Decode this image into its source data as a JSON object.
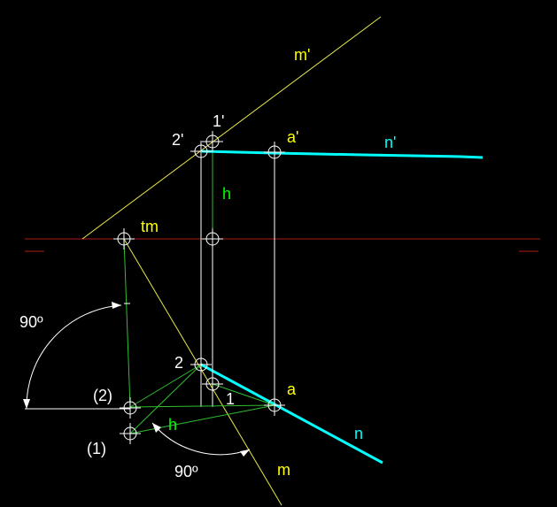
{
  "diagram": {
    "labels": {
      "m_prime": "m'",
      "one_prime": "1'",
      "two_prime": "2'",
      "a_prime": "a'",
      "n_prime": "n'",
      "h_upper": "h",
      "tm": "tm",
      "angle_left": "90º",
      "two": "2",
      "two_paren": "(2)",
      "one": "1",
      "a": "a",
      "h_lower": "h",
      "n": "n",
      "one_paren": "(1)",
      "angle_bottom": "90º",
      "m": "m"
    },
    "colors": {
      "background": "#000000",
      "white": "#ffffff",
      "yellow": "#ffff00",
      "cyan": "#00ffff",
      "green": "#00ff00",
      "red": "#ff0000",
      "construction_yellow": "#e8e84a",
      "construction_green": "#2fbf2f",
      "ground_line": "#b01818"
    }
  }
}
